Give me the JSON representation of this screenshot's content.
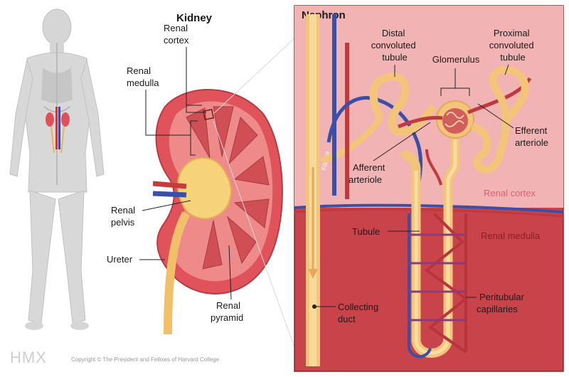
{
  "kidney": {
    "title": "Kidney",
    "labels": {
      "renal_cortex": [
        "Renal",
        "cortex"
      ],
      "renal_medulla": [
        "Renal",
        "medulla"
      ],
      "renal_pelvis": [
        "Renal",
        "pelvis"
      ],
      "ureter": "Ureter",
      "renal_pyramid": [
        "Renal",
        "pyramid"
      ]
    }
  },
  "nephron": {
    "title": "Nephron",
    "zones": {
      "cortex": "Renal cortex",
      "medulla": "Renal medulla"
    },
    "filtrate": "Filtrate",
    "labels": {
      "distal": [
        "Distal",
        "convoluted",
        "tubule"
      ],
      "glomerulus": "Glomerulus",
      "proximal": [
        "Proximal",
        "convoluted",
        "tubule"
      ],
      "efferent": [
        "Efferent",
        "arteriole"
      ],
      "afferent": [
        "Afferent",
        "arteriole"
      ],
      "tubule": "Tubule",
      "collecting": [
        "Collecting",
        "duct"
      ],
      "peritubular": [
        "Peritubular",
        "capillaries"
      ]
    }
  },
  "footer": {
    "logo": "HMX",
    "copyright": "Copyright © The President and Fellows of Harvard College"
  }
}
